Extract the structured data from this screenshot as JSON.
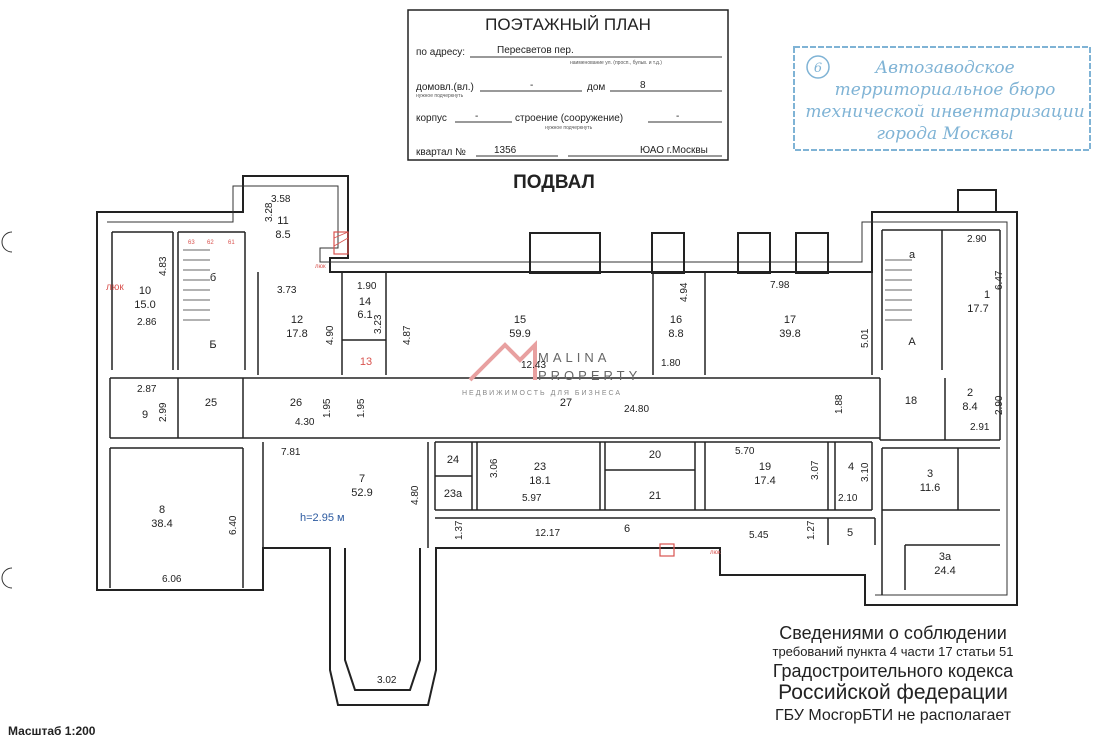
{
  "title_block": {
    "heading": "ПОЭТАЖНЫЙ ПЛАН",
    "address_label": "по адресу:",
    "address_value": "Пересветов пер.",
    "address_hint": "наименование ул. (просп., бульв. и т.д.)",
    "domovl_label": "домовл.(вл.)",
    "domovl_value": "-",
    "dom_label": "дом",
    "dom_value": "8",
    "hint_needed": "нужное подчеркнуть",
    "korpus_label": "корпус",
    "korpus_value": "-",
    "stroenie_label": "строение (сооружение)",
    "stroenie_value": "-",
    "hint_needed2": "нужное подчеркнуть",
    "kvartal_label": "квартал №",
    "kvartal_value": "1356",
    "district": "ЮАО г.Москвы"
  },
  "stamp": {
    "number": "6",
    "lines": [
      "Автозаводское",
      "территориальное бюро",
      "технической инвентаризации",
      "города Москвы"
    ]
  },
  "floor_title": "ПОДВАЛ",
  "watermark": {
    "brand": "MALINA",
    "brand2": "PROPERTY",
    "tagline": "НЕДВИЖИМОСТЬ ДЛЯ БИЗНЕСА"
  },
  "rooms": [
    {
      "id": "1",
      "area": "17.7"
    },
    {
      "id": "2",
      "area": "8.4"
    },
    {
      "id": "3",
      "area": "11.6"
    },
    {
      "id": "3а",
      "area": "24.4"
    },
    {
      "id": "4",
      "area": ""
    },
    {
      "id": "5",
      "area": ""
    },
    {
      "id": "6",
      "area": ""
    },
    {
      "id": "7",
      "area": "52.9"
    },
    {
      "id": "8",
      "area": "38.4"
    },
    {
      "id": "9",
      "area": ""
    },
    {
      "id": "10",
      "area": "15.0"
    },
    {
      "id": "11",
      "area": "8.5"
    },
    {
      "id": "12",
      "area": "17.8"
    },
    {
      "id": "13",
      "area": ""
    },
    {
      "id": "14",
      "area": "6.1"
    },
    {
      "id": "15",
      "area": "59.9"
    },
    {
      "id": "16",
      "area": "8.8"
    },
    {
      "id": "17",
      "area": "39.8"
    },
    {
      "id": "18",
      "area": ""
    },
    {
      "id": "19",
      "area": "17.4"
    },
    {
      "id": "20",
      "area": ""
    },
    {
      "id": "21",
      "area": ""
    },
    {
      "id": "23",
      "area": "18.1"
    },
    {
      "id": "23а",
      "area": ""
    },
    {
      "id": "24",
      "area": ""
    },
    {
      "id": "25",
      "area": ""
    },
    {
      "id": "26",
      "area": ""
    },
    {
      "id": "27",
      "area": ""
    },
    {
      "id": "а",
      "area": ""
    },
    {
      "id": "А",
      "area": ""
    },
    {
      "id": "б",
      "area": ""
    },
    {
      "id": "Б",
      "area": ""
    }
  ],
  "dimensions": [
    "3.58",
    "3.28",
    "3.73",
    "4.90",
    "1.90",
    "3.23",
    "4.87",
    "4.83",
    "2.86",
    "2.87",
    "2.99",
    "1.95",
    "1.95",
    "4.30",
    "7.81",
    "4.80",
    "6.40",
    "6.06",
    "3.02",
    "1.37",
    "12.17",
    "5.45",
    "1.27",
    "3.06",
    "5.97",
    "5.70",
    "3.07",
    "2.10",
    "3.10",
    "12.43",
    "1.80",
    "4.94",
    "7.98",
    "5.01",
    "1.88",
    "24.80",
    "2.90",
    "6.47",
    "2.90",
    "2.91"
  ],
  "markers": {
    "m63": "63",
    "m62": "62",
    "m61": "61",
    "hatch1": "люк",
    "hatch2": "люк",
    "hatch3": "люк"
  },
  "height_note": "h=2.95 м",
  "statement": [
    "Сведениями о соблюдении",
    "требований пункта 4 части 17 статьи 51",
    "Градостроительного кодекса",
    "Российской федерации",
    "ГБУ МосгорБТИ не располагает"
  ],
  "scale": "Масштаб 1:200",
  "colors": {
    "stamp": "#7fb3d5",
    "marker": "#d9534f",
    "watermark": "#e8a0a0"
  }
}
